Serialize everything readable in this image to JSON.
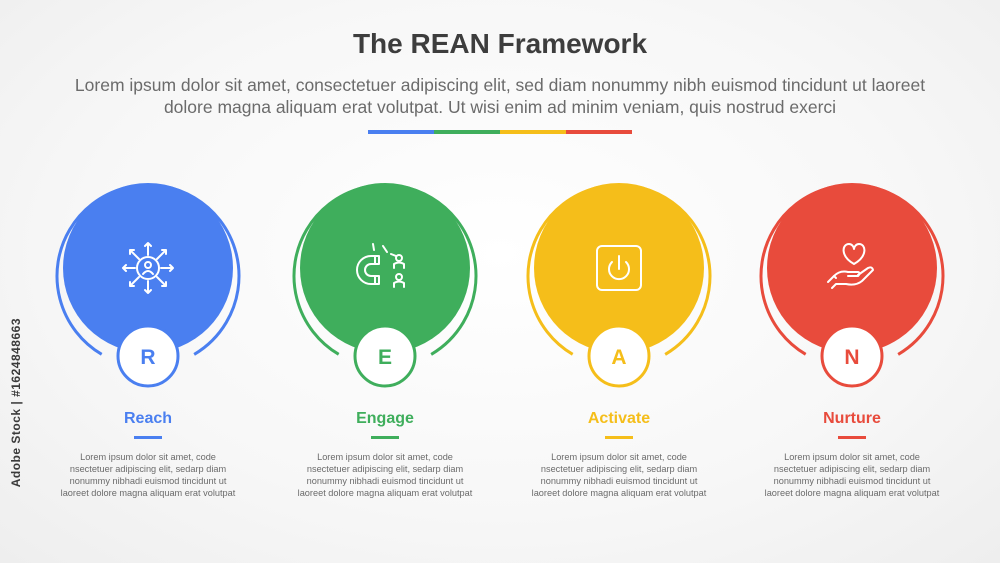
{
  "header": {
    "title": "The REAN Framework",
    "subtitle": "Lorem ipsum dolor sit amet, consectetuer adipiscing elit, sed diam nonummy nibh euismod tincidunt ut laoreet dolore magna aliquam erat volutpat. Ut wisi enim ad minim veniam, quis nostrud exerci"
  },
  "accent_colors": [
    "#4a7ff0",
    "#3fae5c",
    "#f5be1a",
    "#e84b3c"
  ],
  "stages": [
    {
      "letter": "R",
      "label": "Reach",
      "color": "#4a7ff0",
      "icon": "network-person-icon",
      "description": "Lorem ipsum dolor sit amet, code nsectetuer adipiscing elit, sedarp diam nonummy nibhadi euismod tincidunt ut laoreet dolore magna aliquam erat volutpat"
    },
    {
      "letter": "E",
      "label": "Engage",
      "color": "#3fae5c",
      "icon": "magnet-people-icon",
      "description": "Lorem ipsum dolor sit amet, code nsectetuer adipiscing elit, sedarp diam nonummy nibhadi euismod tincidunt ut laoreet dolore magna aliquam erat volutpat"
    },
    {
      "letter": "A",
      "label": "Activate",
      "color": "#f5be1a",
      "icon": "power-button-icon",
      "description": "Lorem ipsum dolor sit amet, code nsectetuer adipiscing elit, sedarp diam nonummy nibhadi euismod tincidunt ut laoreet dolore magna aliquam erat volutpat"
    },
    {
      "letter": "N",
      "label": "Nurture",
      "color": "#e84b3c",
      "icon": "heart-hand-icon",
      "description": "Lorem ipsum dolor sit amet, code nsectetuer adipiscing elit, sedarp diam nonummy nibhadi euismod tincidunt ut laoreet dolore magna aliquam erat volutpat"
    }
  ],
  "side_credit": "Adobe Stock | #1624848663"
}
